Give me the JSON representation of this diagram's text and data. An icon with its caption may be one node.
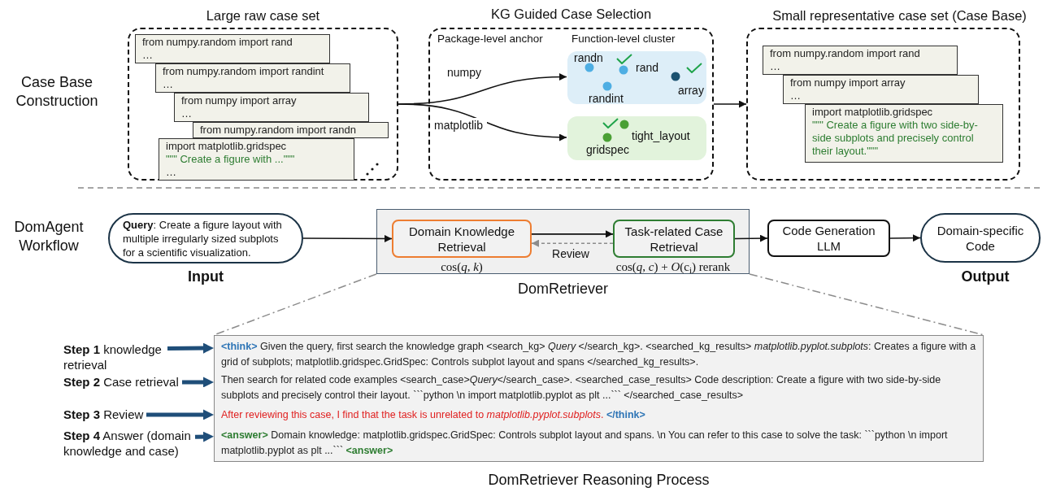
{
  "diagram": {
    "nodes": [
      {
        "text": [
          "Large raw case set"
        ]
      },
      {
        "text": [
          "from numpy.random import rand",
          "…"
        ],
        "in": 0
      },
      {
        "text": [
          "from numpy.random import randint",
          "…"
        ],
        "in": 0
      },
      {
        "text": [
          "from numpy import array",
          "…"
        ],
        "in": 0
      },
      {
        "text": [
          "from numpy.random import randn"
        ],
        "in": 0
      },
      {
        "text": [
          "import matplotlib.gridspec",
          "\"\"\" Create a figure with ...\"\"\"",
          "…"
        ],
        "in": 0
      },
      {
        "text": [
          "KG Guided Case Selection"
        ]
      },
      {
        "text": [
          "randn",
          "rand",
          "randint",
          "array"
        ],
        "in": 6
      },
      {
        "text": [
          "tight_layout",
          "gridspec"
        ],
        "in": 6
      },
      {
        "text": [
          "Small representative case set (Case Base)"
        ]
      },
      {
        "text": [
          "from numpy.random import rand",
          "…"
        ],
        "in": 9
      },
      {
        "text": [
          "from numpy import array",
          "…"
        ],
        "in": 9
      },
      {
        "text": [
          "import matplotlib.gridspec",
          "\"\"\" Create a figure with two side-by-side subplots and precisely control their layout.\"\"\""
        ],
        "in": 9
      },
      {
        "text": [
          "**Query**: Create a figure layout with multiple irregularly sized subplots for a scientific visualization."
        ],
        "beside": [
          "Input"
        ]
      },
      {
        "text": [
          "DomRetriever"
        ]
      },
      {
        "text": [
          "Domain Knowledge Retrieval"
        ],
        "in": 14,
        "beside": [
          "cos(*q*, *k*)"
        ]
      },
      {
        "text": [
          "Task-related Case Retrieval"
        ],
        "in": 14,
        "beside": [
          "cos(*q*, *c*) + *O*(c$_{i}$) rerank"
        ]
      },
      {
        "text": [
          "Code Generation LLM"
        ]
      },
      {
        "text": [
          "Domain-specific Code"
        ],
        "beside": [
          "Output"
        ]
      },
      {
        "text": [
          "**<think>** Given the query, first search the knowledge graph <search_kg> *Query* </search_kg>. <searched_kg_results> *matplotlib.pyplot.subplots*: Creates a figure with a grid of subplots; matplotlib.gridspec.GridSpec: Controls subplot layout and spans </searched_kg_results>.",
          "Then search for related code examples <search_case>*Query*</search_case>. <searched_case_results> Code description: Create a figure with two side-by-side subplots and precisely control their layout. ```python \\n import matplotlib.pyplot as plt ...``` </searched_case_results>",
          "After reviewing this case, I find that the task is unrelated to *matplotlib.pyplot.subplots*. **</think>**",
          "**<answer>** Domain knowledge: matplotlib.gridspec.GridSpec: Controls subplot layout and spans. \\n You can refer to this case to solve the task: ```python \\n import matplotlib.pyplot as plt ...``` **<answer>**",
          "DomRetriever Reasoning Process"
        ]
      },
      {
        "text": [
          "**Step 1** knowledge retrieval"
        ]
      },
      {
        "text": [
          "**Step 2** Case retrieval"
        ]
      },
      {
        "text": [
          "**Step 3** Review"
        ]
      },
      {
        "text": [
          "**Step 4** Answer (domain knowledge and case)"
        ]
      }
    ],
    "edges": [
      {
        "from": 0,
        "to": 7,
        "arrow": "to",
        "label": "numpy"
      },
      {
        "from": 0,
        "to": 8,
        "arrow": "to",
        "label": "matplotlib"
      },
      {
        "from": 6,
        "to": 9,
        "arrow": "to"
      },
      {
        "from": 13,
        "to": 15,
        "arrow": "to"
      },
      {
        "from": 15,
        "to": 16,
        "arrow": "to"
      },
      {
        "from": 16,
        "to": 15,
        "arrow": "to",
        "label": "Review",
        "style": "dashed",
        "color": "#8c8c8c"
      },
      {
        "from": 16,
        "to": 17,
        "arrow": "to"
      },
      {
        "from": 17,
        "to": 18,
        "arrow": "to"
      },
      {
        "from": 14,
        "to": 19,
        "arrow": "none",
        "style": "dashed",
        "color": "#8c8c8c"
      },
      {
        "from": 14,
        "to": 19,
        "arrow": "none",
        "style": "dashed",
        "color": "#8c8c8c"
      },
      {
        "from": 20,
        "to": 19,
        "arrow": "to",
        "style": "thick",
        "color": "#1f4e79"
      },
      {
        "from": 21,
        "to": 19,
        "arrow": "to",
        "style": "thick",
        "color": "#1f4e79"
      },
      {
        "from": 22,
        "to": 19,
        "arrow": "to",
        "style": "thick",
        "color": "#1f4e79"
      },
      {
        "from": 23,
        "to": 19,
        "arrow": "to",
        "style": "thick",
        "color": "#1f4e79"
      }
    ],
    "labels": [
      "Package-level anchor",
      "Function-level cluster",
      "Case Base Construction",
      "DomAgent Workflow"
    ]
  }
}
